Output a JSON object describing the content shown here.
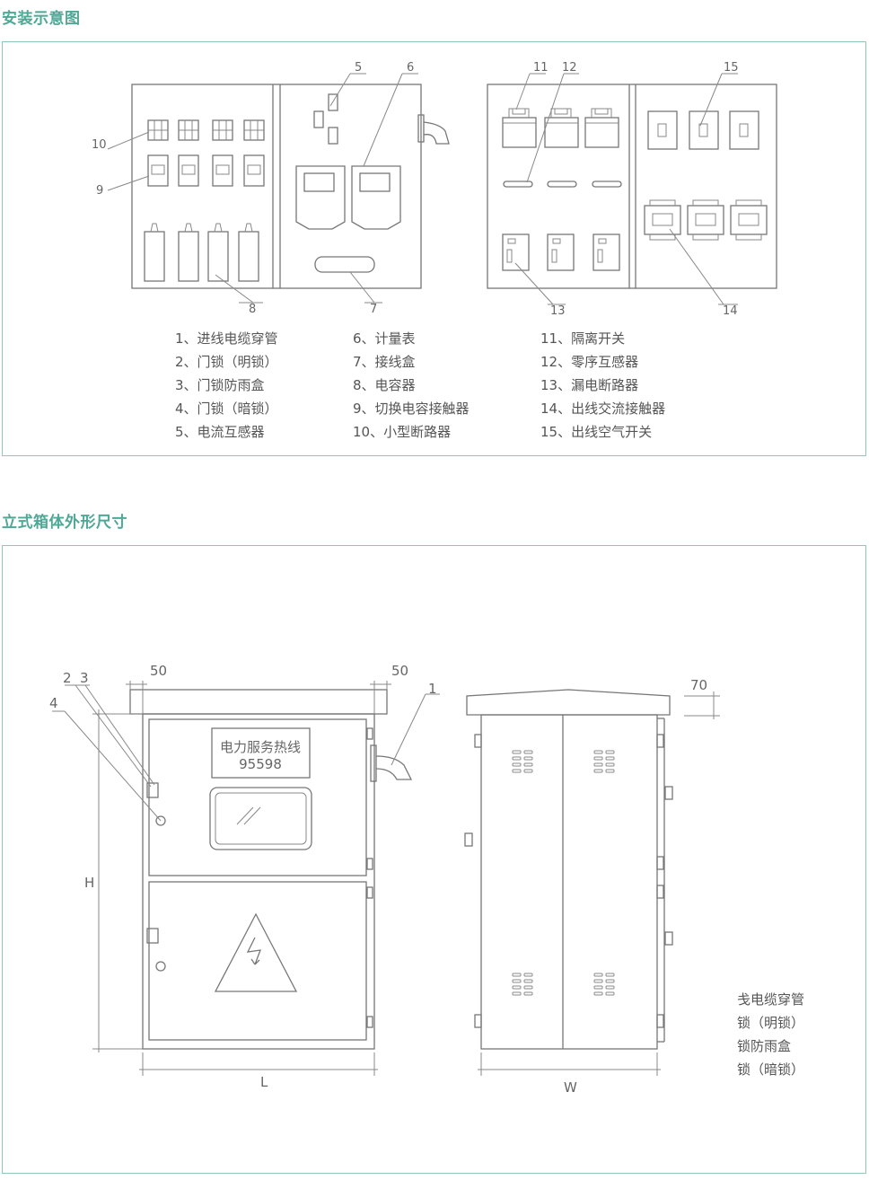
{
  "sections": {
    "installation_title": "安装示意图",
    "dimension_title": "立式箱体外形尺寸"
  },
  "colors": {
    "accent": "#4fa896",
    "frame": "#8ec7bb",
    "line": "#777777"
  },
  "legend_columns": [
    [
      "1、进线电缆穿管",
      "2、门锁（明锁）",
      "3、门锁防雨盒",
      "4、门锁（暗锁）",
      "5、电流互感器"
    ],
    [
      "6、计量表",
      "7、接线盒",
      "8、电容器",
      "9、切换电容接触器",
      "10、小型断路器"
    ],
    [
      "11、隔离开关",
      "12、零序互感器",
      "13、漏电断路器",
      "14、出线交流接触器",
      "15、出线空气开关"
    ]
  ],
  "callouts": {
    "c1": "1",
    "c2": "2",
    "c3": "3",
    "c4": "4",
    "c5": "5",
    "c6": "6",
    "c7": "7",
    "c8": "8",
    "c9": "9",
    "c10": "10",
    "c11": "11",
    "c12": "12",
    "c13": "13",
    "c14": "14",
    "c15": "15"
  },
  "dimensions": {
    "left_margin": "50",
    "right_margin": "50",
    "roof_overhang": "70",
    "height": "H",
    "length": "L",
    "width": "W"
  },
  "door_sign": {
    "line1": "电力服务热线",
    "line2": "95598"
  },
  "side_notes": [
    "戋电缆穿管",
    "锁（明锁）",
    "锁防雨盒",
    "锁（暗锁）"
  ]
}
